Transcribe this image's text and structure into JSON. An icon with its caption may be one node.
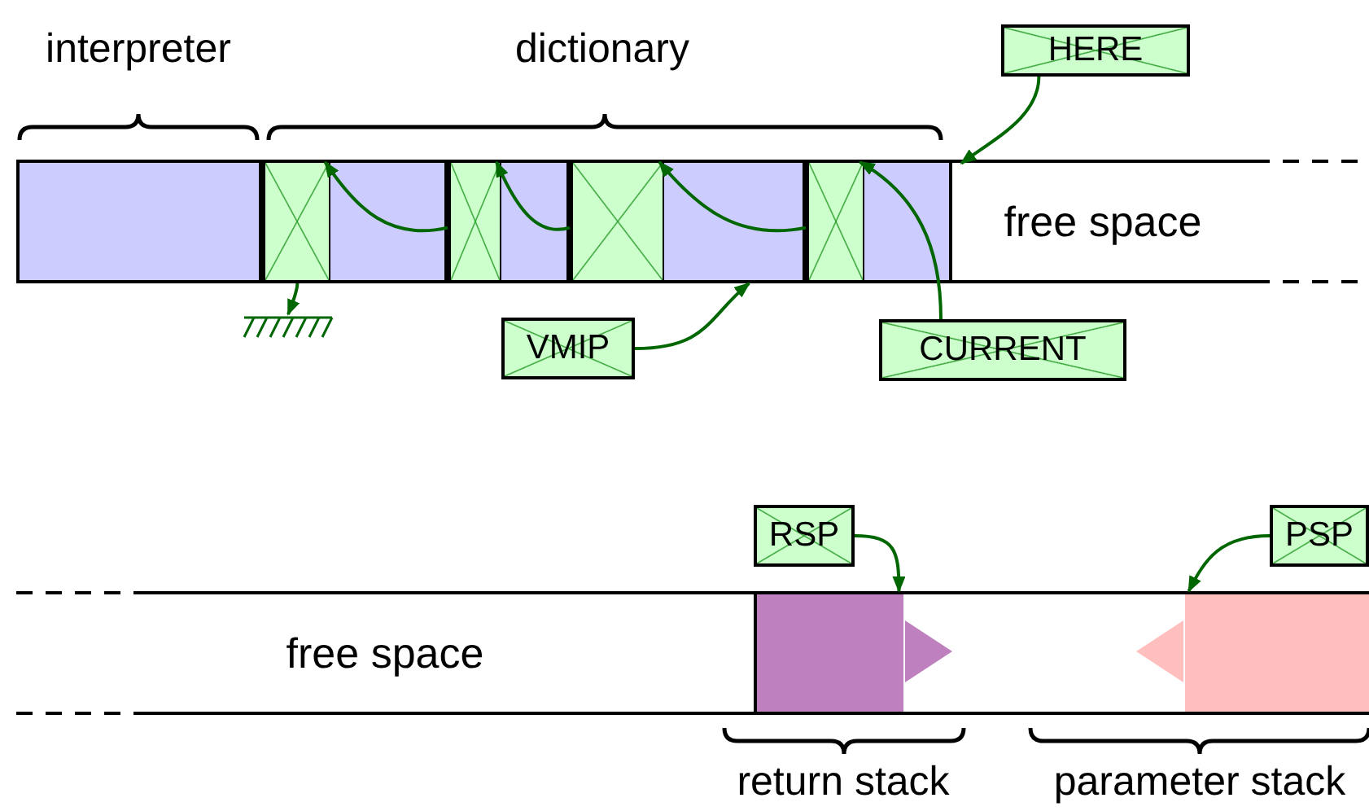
{
  "diagram": {
    "nodes": [
      {
        "text": [
          "HERE"
        ]
      },
      {
        "text": [],
        "shape": "box"
      },
      {
        "text": [],
        "shape": "box"
      },
      {
        "text": [],
        "shape": "box"
      },
      {
        "text": [],
        "shape": "box"
      },
      {
        "text": [],
        "shape": "box"
      },
      {
        "text": [
          "free space"
        ]
      },
      {
        "text": [],
        "shape": "ground"
      },
      {
        "text": [
          "VMIP"
        ]
      },
      {
        "text": [
          "CURRENT"
        ]
      },
      {
        "text": [
          "RSP"
        ]
      },
      {
        "text": [
          "PSP"
        ]
      },
      {
        "text": [
          "free space"
        ]
      },
      {
        "text": [],
        "shape": "box"
      },
      {
        "text": [],
        "shape": "box"
      }
    ],
    "edges": [
      {
        "from": 3,
        "to": 2,
        "arrow": "to"
      },
      {
        "from": 4,
        "to": 3,
        "arrow": "to"
      },
      {
        "from": 5,
        "to": 4,
        "arrow": "to"
      },
      {
        "from": 2,
        "to": 7,
        "arrow": "to"
      },
      {
        "from": 9,
        "to": 5,
        "arrow": "to"
      },
      {
        "from": 0,
        "to": 6,
        "arrow": "to"
      },
      {
        "from": 8,
        "to": 4,
        "arrow": "to"
      },
      {
        "from": 10,
        "to": 13,
        "arrow": "to"
      },
      {
        "from": 11,
        "to": 14,
        "arrow": "to"
      }
    ],
    "labels": [
      "interpreter",
      "dictionary",
      "return stack",
      "parameter stack"
    ]
  }
}
